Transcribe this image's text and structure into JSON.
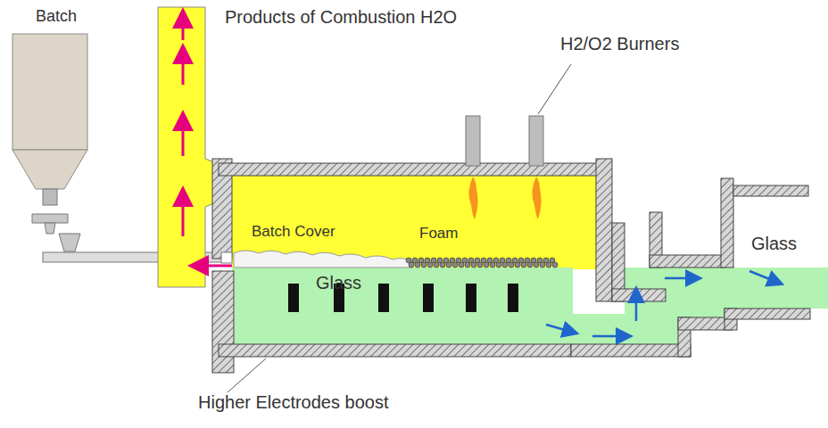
{
  "diagram": {
    "nodes": [
      {
        "text": [
          "Glass"
        ]
      }
    ],
    "labels": [
      "Batch",
      "Products of Combustion H2O",
      "H2/O2 Burners",
      "Batch Cover",
      "Foam",
      "Glass",
      "Higher Electrodes boost"
    ]
  }
}
